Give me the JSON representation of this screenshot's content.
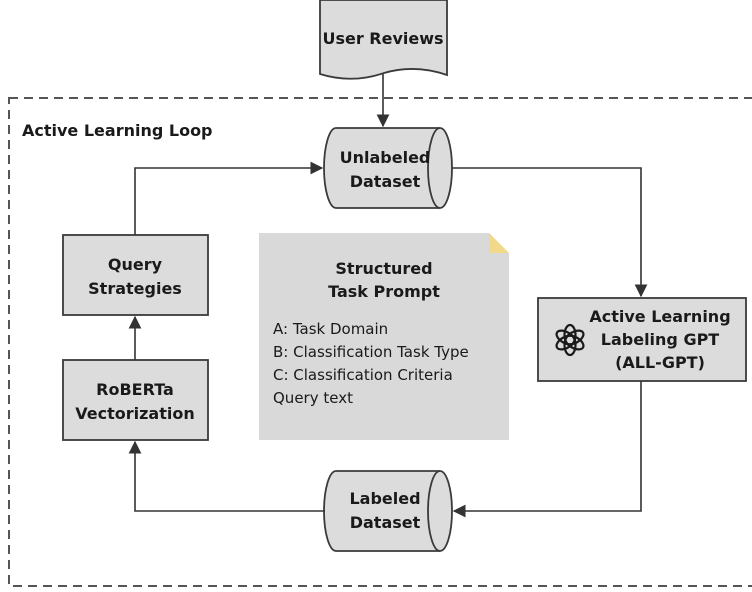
{
  "loop": {
    "label": "Active Learning Loop"
  },
  "source": {
    "lines": [
      "User Reviews"
    ]
  },
  "unlabeled_dataset": {
    "lines": [
      "Unlabeled",
      "Dataset"
    ]
  },
  "labeled_dataset": {
    "lines": [
      "Labeled",
      "Dataset"
    ]
  },
  "query_strategies": {
    "lines": [
      "Query",
      "Strategies"
    ]
  },
  "vectorization": {
    "lines": [
      "RoBERTa",
      "Vectorization"
    ]
  },
  "all_gpt": {
    "lines": [
      "Active Learning",
      "Labeling GPT",
      "(ALL-GPT)"
    ],
    "icon": "openai-logo-icon"
  },
  "prompt_note": {
    "title_lines": [
      "Structured",
      "Task Prompt"
    ],
    "items": [
      "A: Task Domain",
      "B: Classification Task Type",
      "C: Classification Criteria",
      "Query text"
    ]
  },
  "colors": {
    "box_fill": "#dcdcdc",
    "note_fill": "#d9d9d9",
    "note_fold": "#f2d98a",
    "stroke": "#3a3a3a"
  }
}
